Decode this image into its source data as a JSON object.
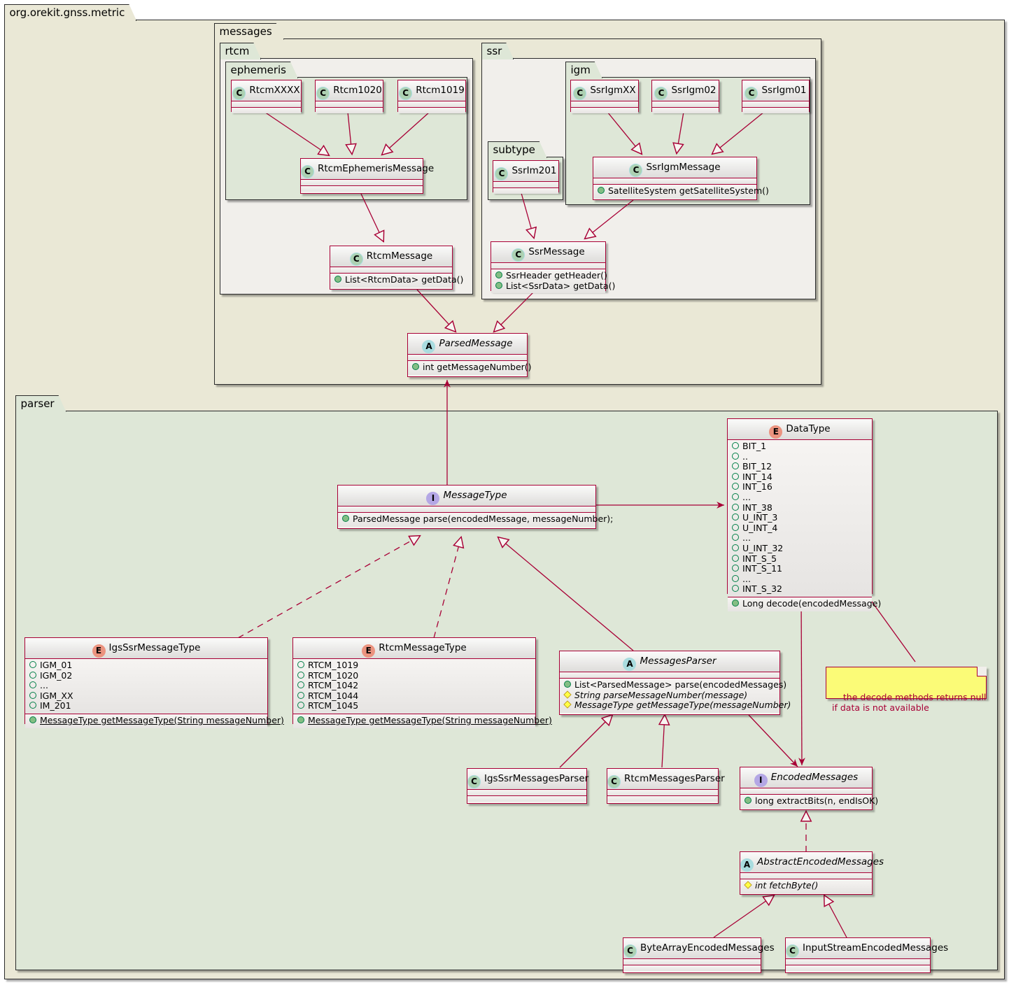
{
  "diagram": {
    "kind": "uml-class-diagram",
    "colors": {
      "border": "#A80036",
      "root_package_bg": "#EAE8D6",
      "green_package_bg": "#DEE7D7",
      "light_package_bg": "#F1EFEB",
      "class_bg": "#F7F5F1",
      "note_bg": "#FBFB77",
      "public_marker": "#84BE84",
      "protected_marker": "#FFFF44",
      "enum_marker": "#038048"
    }
  },
  "packages": {
    "root": "org.orekit.gnss.metric",
    "messages": "messages",
    "rtcm": "rtcm",
    "ephemeris": "ephemeris",
    "ssr": "ssr",
    "igm": "igm",
    "subtype": "subtype",
    "parser": "parser"
  },
  "classes": {
    "rtcmXXXX": {
      "stereotype": "C",
      "name": "RtcmXXXX"
    },
    "rtcm1020": {
      "stereotype": "C",
      "name": "Rtcm1020"
    },
    "rtcm1019": {
      "stereotype": "C",
      "name": "Rtcm1019"
    },
    "rtcmEphemerisMessage": {
      "stereotype": "C",
      "name": "RtcmEphemerisMessage"
    },
    "rtcmMessage": {
      "stereotype": "C",
      "name": "RtcmMessage",
      "methods": [
        "List<RtcmData> getData()"
      ]
    },
    "ssrIgmXX": {
      "stereotype": "C",
      "name": "SsrIgmXX"
    },
    "ssrIgm02": {
      "stereotype": "C",
      "name": "SsrIgm02"
    },
    "ssrIgm01": {
      "stereotype": "C",
      "name": "SsrIgm01"
    },
    "ssrIgmMessage": {
      "stereotype": "C",
      "name": "SsrIgmMessage",
      "methods": [
        "SatelliteSystem getSatelliteSystem()"
      ]
    },
    "ssrIm201": {
      "stereotype": "C",
      "name": "SsrIm201"
    },
    "ssrMessage": {
      "stereotype": "C",
      "name": "SsrMessage",
      "methods": [
        "SsrHeader getHeader()",
        "List<SsrData> getData()"
      ]
    },
    "parsedMessage": {
      "stereotype": "A",
      "name": "ParsedMessage",
      "abstract": true,
      "methods": [
        "int getMessageNumber()"
      ]
    },
    "messageType": {
      "stereotype": "I",
      "name": "MessageType",
      "abstract": true,
      "methods": [
        "ParsedMessage parse(encodedMessage, messageNumber);"
      ]
    },
    "dataType": {
      "stereotype": "E",
      "name": "DataType",
      "literals": [
        "BIT_1",
        "..",
        "BIT_12",
        "INT_14",
        "INT_16",
        "...",
        "INT_38",
        "U_INT_3",
        "U_INT_4",
        "...",
        "U_INT_32",
        "INT_S_5",
        "INT_S_11",
        "...",
        "INT_S_32"
      ],
      "methods": [
        "Long decode(encodedMessage)"
      ]
    },
    "igsSsrMessageType": {
      "stereotype": "E",
      "name": "IgsSsrMessageType",
      "literals": [
        "IGM_01",
        "IGM_02",
        "...",
        "IGM_XX",
        "IM_201"
      ],
      "methods": [
        "MessageType getMessageType(String messageNumber)"
      ]
    },
    "rtcmMessageType": {
      "stereotype": "E",
      "name": "RtcmMessageType",
      "literals": [
        "RTCM_1019",
        "RTCM_1020",
        "RTCM_1042",
        "RTCM_1044",
        "RTCM_1045"
      ],
      "methods": [
        "MessageType getMessageType(String messageNumber)"
      ]
    },
    "messagesParser": {
      "stereotype": "A",
      "name": "MessagesParser",
      "abstract": true,
      "methods": [
        "List<ParsedMessage> parse(encodedMessages)",
        "String parseMessageNumber(message)",
        "MessageType getMessageType(messageNumber)"
      ]
    },
    "igsSsrMessagesParser": {
      "stereotype": "C",
      "name": "IgsSsrMessagesParser"
    },
    "rtcmMessagesParser": {
      "stereotype": "C",
      "name": "RtcmMessagesParser"
    },
    "encodedMessages": {
      "stereotype": "I",
      "name": "EncodedMessages",
      "abstract": true,
      "methods": [
        "long extractBits(n, endIsOK)"
      ]
    },
    "abstractEncodedMessages": {
      "stereotype": "A",
      "name": "AbstractEncodedMessages",
      "abstract": true,
      "methods": [
        "int fetchByte()"
      ]
    },
    "byteArrayEncodedMessages": {
      "stereotype": "C",
      "name": "ByteArrayEncodedMessages"
    },
    "inputStreamEncodedMessages": {
      "stereotype": "C",
      "name": "InputStreamEncodedMessages"
    }
  },
  "notes": {
    "decode_note": "the decode methods returns null\nif data is not available"
  }
}
